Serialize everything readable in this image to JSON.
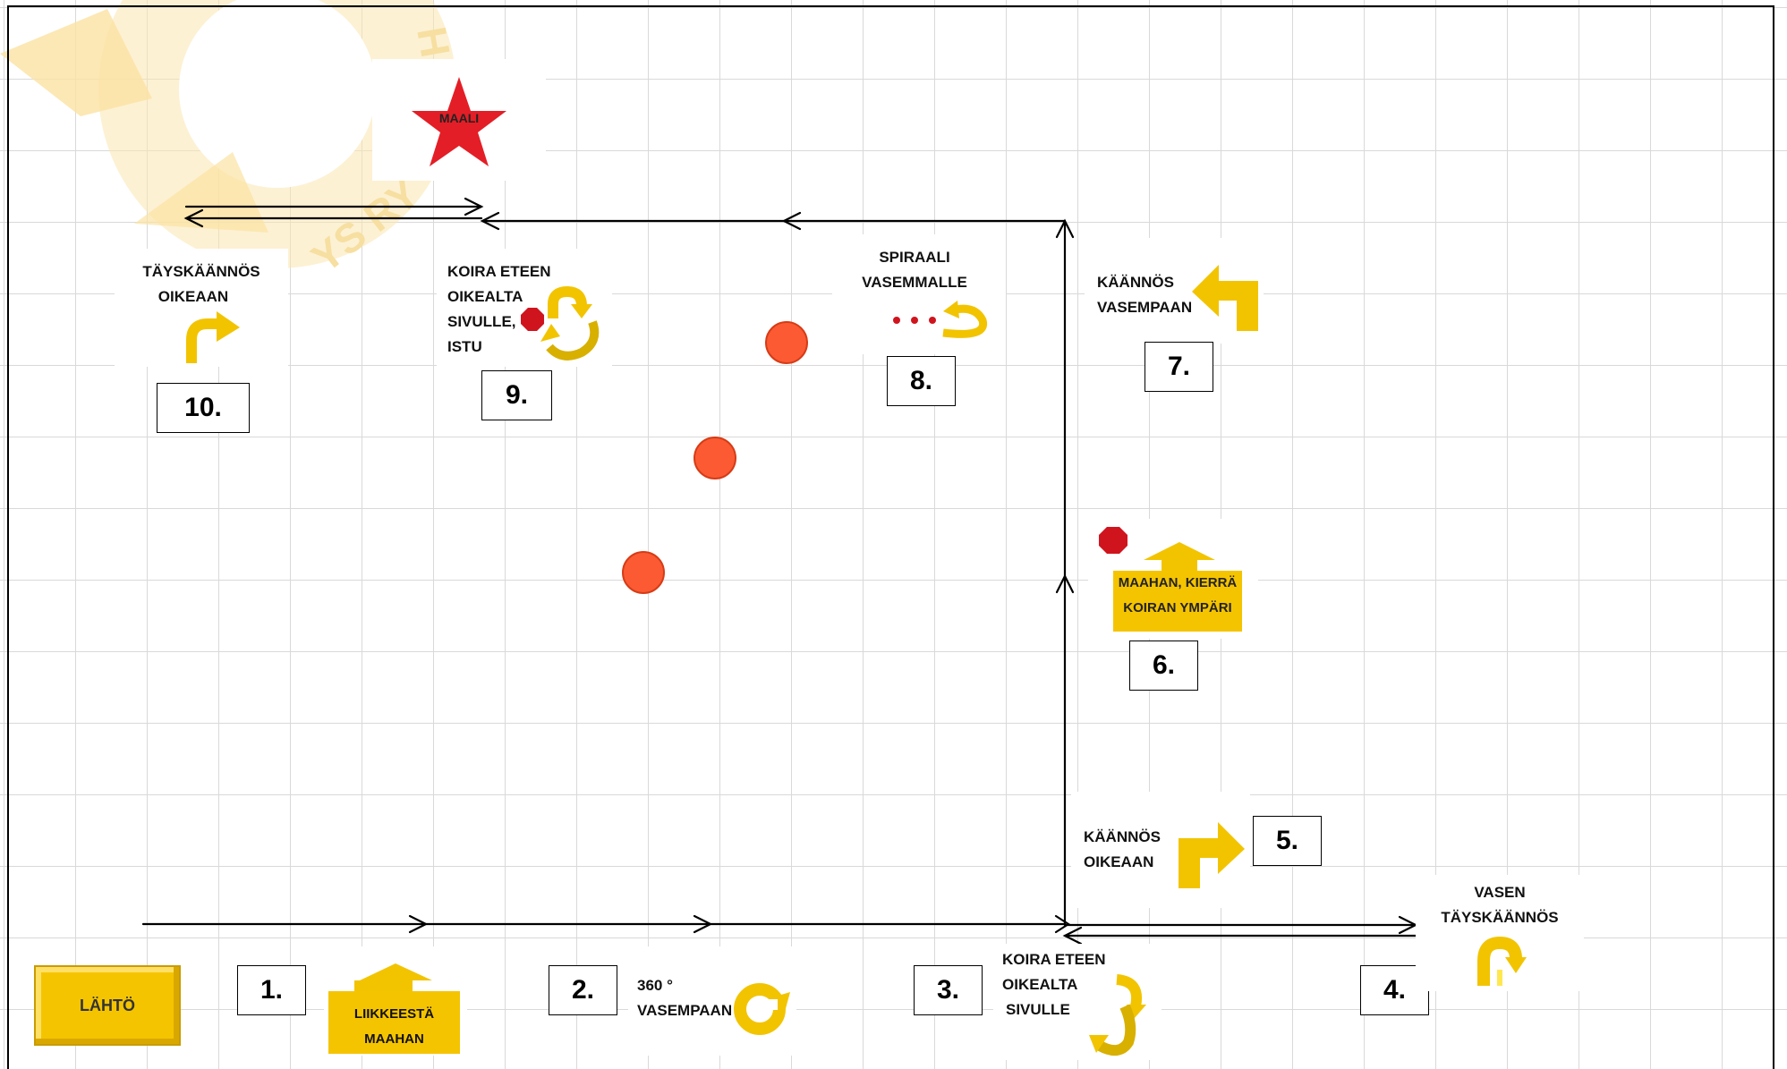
{
  "course": {
    "goal_label": "MAALI",
    "start_label": "LÄHTÖ",
    "watermark_text": [
      "H",
      "YS RY"
    ]
  },
  "stations": [
    {
      "number": "1.",
      "lines": [
        "LIIKKEESTÄ",
        "MAAHAN"
      ],
      "icon": "forward-arrow-icon"
    },
    {
      "number": "2.",
      "lines": [
        "360 °",
        "VASEMPAAN"
      ],
      "icon": "circle-left-icon"
    },
    {
      "number": "3.",
      "lines": [
        "KOIRA ETEEN",
        "OIKEALTA",
        "SIVULLE"
      ],
      "icon": "front-right-side-icon"
    },
    {
      "number": "4.",
      "lines": [
        "VASEN",
        "TÄYSKÄÄNNÖS"
      ],
      "icon": "about-turn-left-icon"
    },
    {
      "number": "5.",
      "lines": [
        "KÄÄNNÖS",
        "OIKEAAN"
      ],
      "icon": "turn-right-arrow-icon"
    },
    {
      "number": "6.",
      "lines": [
        "MAAHAN, KIERRÄ",
        "KOIRAN YMPÄRI"
      ],
      "icon": "down-walk-around-icon"
    },
    {
      "number": "7.",
      "lines": [
        "KÄÄNNÖS",
        "VASEMPAAN"
      ],
      "icon": "turn-left-arrow-icon"
    },
    {
      "number": "8.",
      "lines": [
        "SPIRAALI",
        "VASEMMALLE"
      ],
      "icon": "spiral-left-icon"
    },
    {
      "number": "9.",
      "lines": [
        "KOIRA ETEEN",
        "OIKEALTA",
        "SIVULLE,",
        "ISTU"
      ],
      "icon": "front-right-side-sit-icon"
    },
    {
      "number": "10.",
      "lines": [
        "TÄYSKÄÄNNÖS",
        "OIKEAAN"
      ],
      "icon": "about-turn-right-icon"
    }
  ],
  "colors": {
    "sign_yellow": "#f5c400",
    "arrow_yellow": "#f2c400",
    "star_red": "#e41e26",
    "cone_orange": "#fb5a32",
    "stop_red": "#d0141e",
    "path_line": "#000000",
    "grid_line": "#d9d9d9",
    "watermark": "#f6dfa0"
  }
}
